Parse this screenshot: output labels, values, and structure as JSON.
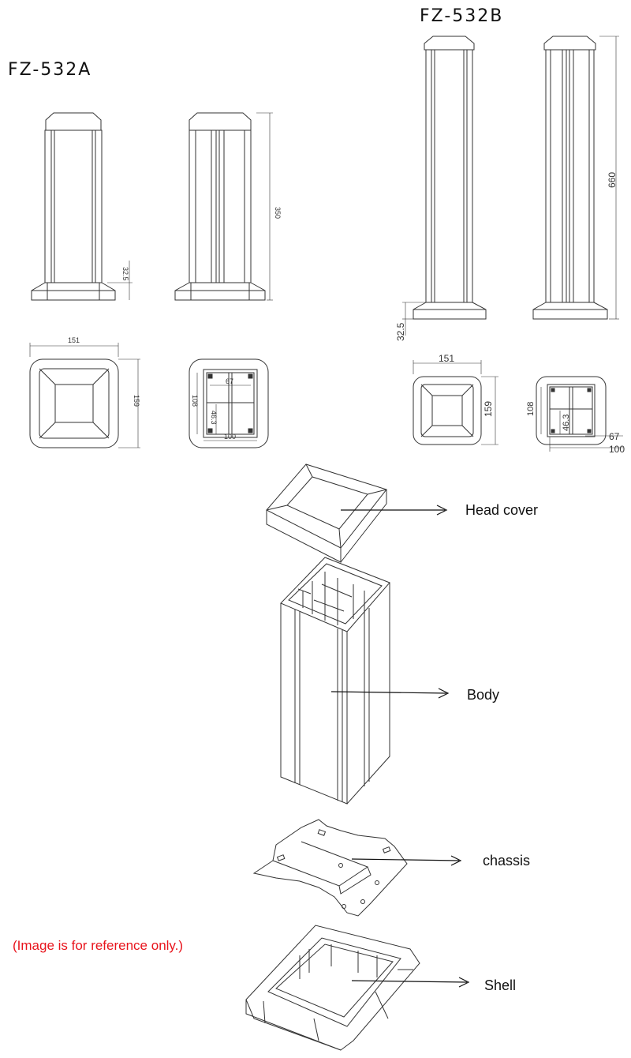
{
  "models": {
    "a": {
      "title": "FZ-532A",
      "dim_height": "350",
      "dim_base": "32.5",
      "dim_width": "151",
      "dim_depth": "159",
      "dim_inner_w": "67",
      "dim_inner_h": "108",
      "dim_inner_d": "46.3",
      "dim_inner_base": "100"
    },
    "b": {
      "title": "FZ-532B",
      "dim_height": "660",
      "dim_base": "32.5",
      "dim_width": "151",
      "dim_depth": "159",
      "dim_inner_h": "108",
      "dim_inner_d": "46.3",
      "dim_inner_w": "67",
      "dim_inner_base": "100"
    }
  },
  "parts": {
    "head_cover": "Head cover",
    "body": "Body",
    "chassis": "chassis",
    "shell": "Shell"
  },
  "note": "(Image is for reference only.)",
  "colors": {
    "note": "#e8141c",
    "line": "#333333"
  }
}
